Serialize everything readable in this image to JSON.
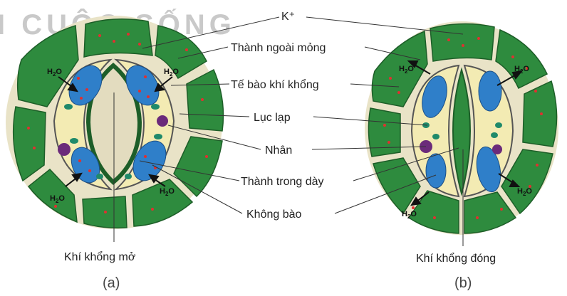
{
  "watermark": "I CUỘC SỐNG",
  "labels": {
    "ion": "K⁺",
    "outer_wall": "Thành ngoài mỏng",
    "guard_cell": "Tế bào khí khổng",
    "chloroplast": "Lục lạp",
    "nucleus": "Nhân",
    "inner_wall": "Thành trong dày",
    "vacuole": "Không bào"
  },
  "water": "H2O",
  "captions": {
    "open": "Khí khổng mở",
    "closed": "Khí khổng đóng"
  },
  "panels": {
    "a": "(a)",
    "b": "(b)"
  },
  "colors": {
    "epidermal_cell": "#2e8b3e",
    "cell_wall": "#e9e3c7",
    "guard_cytoplasm": "#f3ebb3",
    "vacuole": "#2f7fc9",
    "nucleus": "#6b2b7a",
    "ion_dot": "#e03030"
  }
}
